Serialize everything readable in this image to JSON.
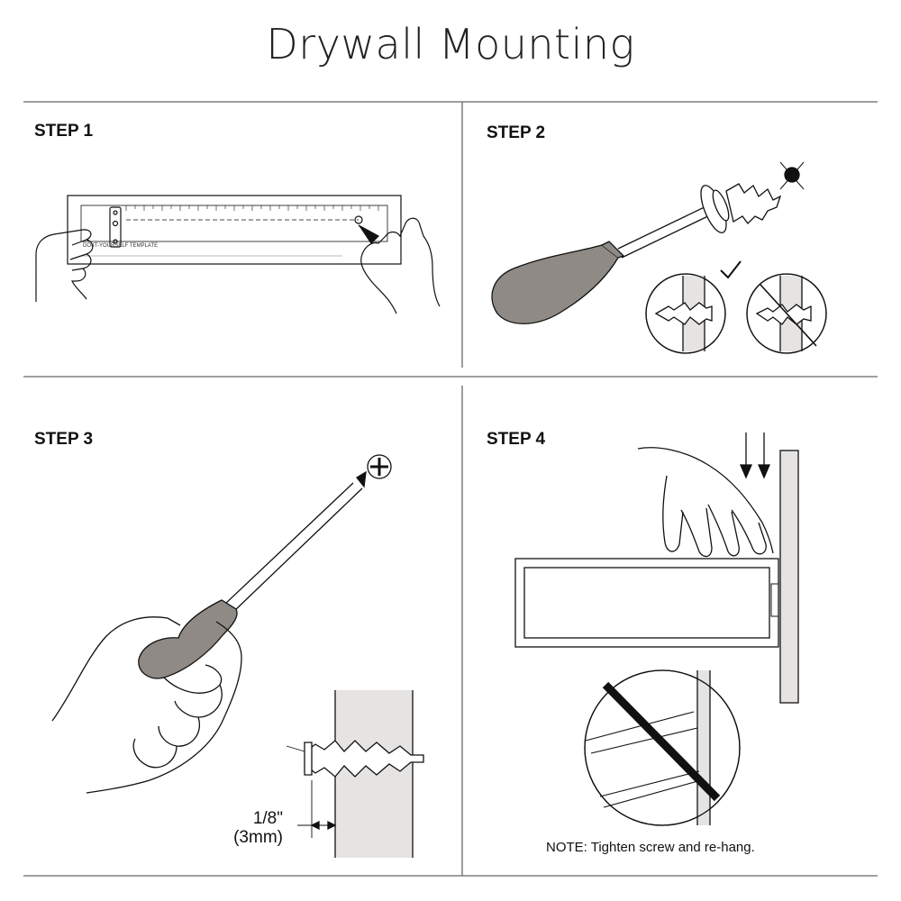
{
  "title": "Drywall Mounting",
  "steps": {
    "step1": {
      "label": "STEP 1",
      "template_heading": "DO-IT-YOURSELF TEMPLATE"
    },
    "step2": {
      "label": "STEP 2"
    },
    "step3": {
      "label": "STEP 3",
      "dimension_in": "1/8\"",
      "dimension_mm": "(3mm)"
    },
    "step4": {
      "label": "STEP 4",
      "note": "NOTE: Tighten screw and re-hang."
    }
  },
  "colors": {
    "line": "#111111",
    "handle_gray": "#8f8a85",
    "wall_gray": "#e6e4e2",
    "divider": "#666666"
  }
}
